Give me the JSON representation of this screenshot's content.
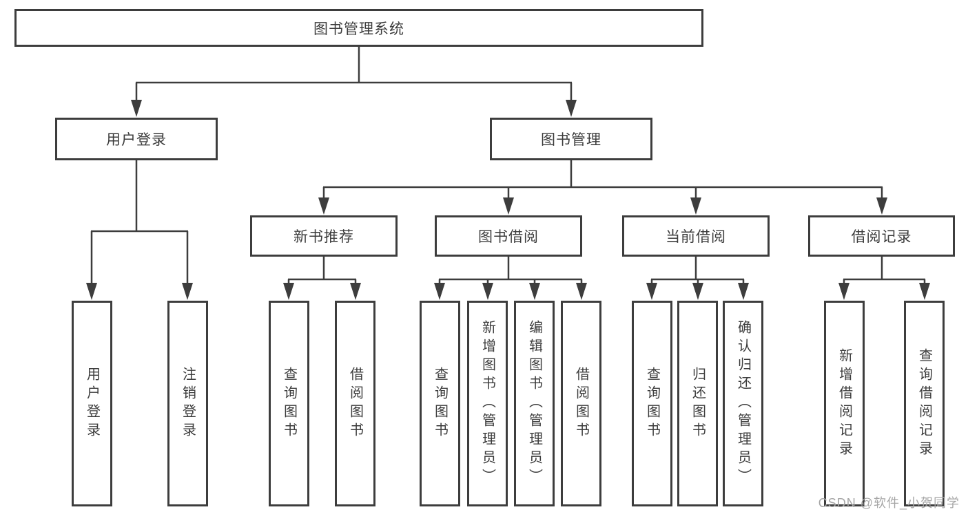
{
  "diagram": {
    "type": "hierarchy-tree",
    "background": "#ffffff",
    "colors": {
      "line": "#3d3d3d",
      "box_border": "#3d3d3d",
      "text": "#3c3c3c",
      "watermark_text": "#a6a6a6"
    },
    "watermark": "CSDN @软件_小贺同学",
    "tree": {
      "label": "图书管理系统",
      "children": [
        {
          "label": "用户登录",
          "children": [
            {
              "label": "用户登录"
            },
            {
              "label": "注销登录"
            }
          ]
        },
        {
          "label": "图书管理",
          "children": [
            {
              "label": "新书推荐",
              "children": [
                {
                  "label": "查询图书"
                },
                {
                  "label": "借阅图书"
                }
              ]
            },
            {
              "label": "图书借阅",
              "children": [
                {
                  "label": "查询图书"
                },
                {
                  "label": "新增图书（管理员）"
                },
                {
                  "label": "编辑图书（管理员）"
                },
                {
                  "label": "借阅图书"
                }
              ]
            },
            {
              "label": "当前借阅",
              "children": [
                {
                  "label": "查询图书"
                },
                {
                  "label": "归还图书"
                },
                {
                  "label": "确认归还（管理员）"
                }
              ]
            },
            {
              "label": "借阅记录",
              "children": [
                {
                  "label": "新增借阅记录"
                },
                {
                  "label": "查询借阅记录"
                }
              ]
            }
          ]
        }
      ]
    }
  }
}
